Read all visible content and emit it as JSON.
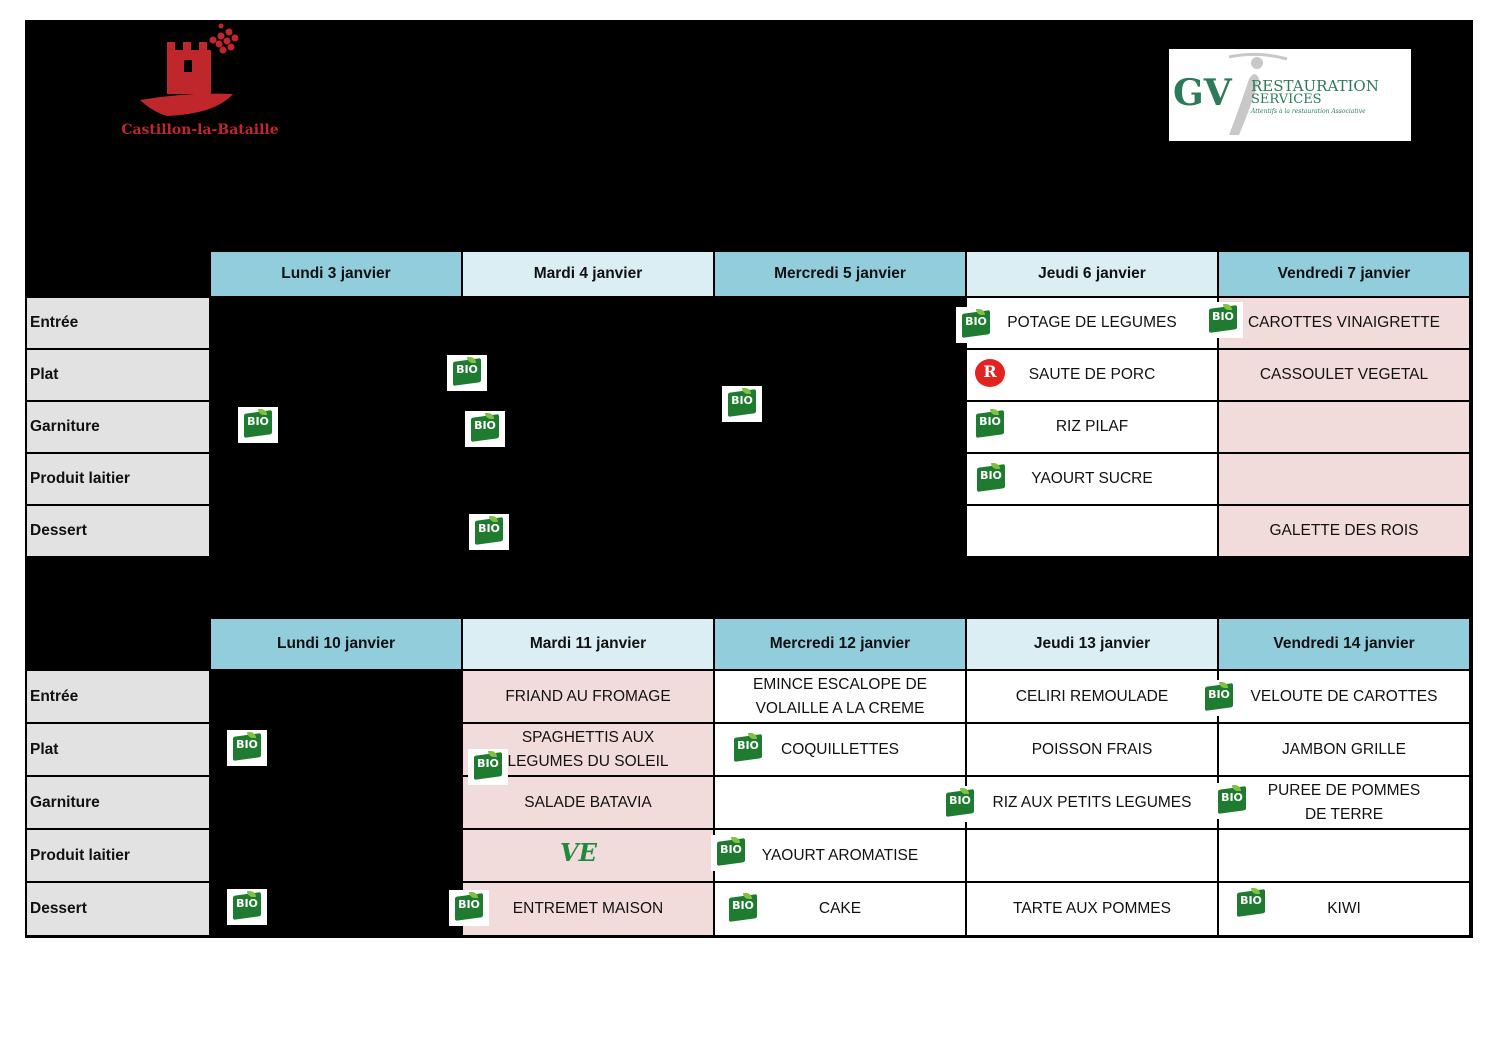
{
  "logos": {
    "castillon": {
      "caption": "Castillon-la-Bataille",
      "color": "#c0272d"
    },
    "gv": {
      "monogram": "GV",
      "line1": "RESTAURATION",
      "line2": "SERVICES",
      "tagline": "Attentifs à la restauration Associative"
    }
  },
  "row_labels": [
    "Entrée",
    "Plat",
    "Garniture",
    "Produit laitier",
    "Dessert"
  ],
  "week1": {
    "days": [
      "Lundi 3 janvier",
      "Mardi 4 janvier",
      "Mercredi 5 janvier",
      "Jeudi 6 janvier",
      "Vendredi 7 janvier"
    ],
    "jeudi": [
      "POTAGE DE LEGUMES",
      "SAUTE DE PORC",
      "RIZ PILAF",
      "YAOURT SUCRE",
      ""
    ],
    "vendredi": [
      "CAROTTES VINAIGRETTE",
      "CASSOULET VEGETAL",
      "",
      "",
      "GALETTE DES ROIS"
    ]
  },
  "week2": {
    "days": [
      "Lundi 10 janvier",
      "Mardi 11 janvier",
      "Mercredi 12 janvier",
      "Jeudi 13 janvier",
      "Vendredi 14 janvier"
    ],
    "mardi": [
      "FRIAND AU FROMAGE",
      "SPAGHETTIS AUX LEGUMES DU SOLEIL",
      "SALADE BATAVIA",
      "",
      "ENTREMET MAISON"
    ],
    "mercredi": [
      "EMINCE ESCALOPE DE VOLAILLE A LA CREME",
      "COQUILLETTES",
      "",
      "YAOURT AROMATISE",
      "CAKE"
    ],
    "jeudi": [
      "CELIRI REMOULADE",
      "POISSON FRAIS",
      "RIZ AUX PETITS LEGUMES",
      "",
      "TARTE AUX POMMES"
    ],
    "vendredi": [
      "VELOUTE DE CAROTTES",
      "JAMBON GRILLE",
      "PUREE DE POMMES DE TERRE",
      "",
      "KIWI"
    ]
  },
  "badges": {
    "bio_text": "BIO",
    "label_rouge_text": "R",
    "veg_text": "VE"
  },
  "colors": {
    "day_dark": "#92cddc",
    "day_light": "#daeef3",
    "pink": "#f2dcdb",
    "label_grey": "#e2e2e2",
    "bio_green": "#1e7b2f"
  }
}
